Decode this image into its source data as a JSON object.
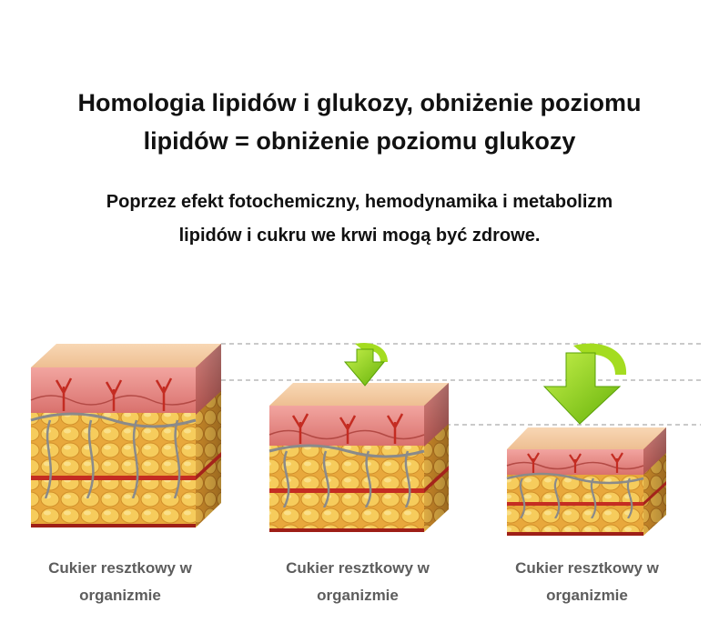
{
  "headline": {
    "line1": "Homologia lipidów i glukozy, obniżenie poziomu",
    "line2": "lipidów = obniżenie poziomu glukozy"
  },
  "subheadline": {
    "line1": "Poprzez efekt fotochemiczny, hemodynamika i metabolizm",
    "line2": "lipidów i cukru we krwi mogą być zdrowe."
  },
  "blocks": [
    {
      "caption_line1": "Cukier resztkowy w",
      "caption_line2": "organizmie",
      "arrow": "none"
    },
    {
      "caption_line1": "Cukier resztkowy w",
      "caption_line2": "organizmie",
      "arrow": "small-down-arrow"
    },
    {
      "caption_line1": "Cukier resztkowy w",
      "caption_line2": "organizmie",
      "arrow": "large-down-arrow"
    }
  ],
  "colors": {
    "skin_top": "#f5c9a0",
    "skin_layer": "#e07f7c",
    "fat": "#f4c955",
    "vessel": "#c42c22",
    "arrow": "#8bd40f",
    "guide_line": "#aaaaaa",
    "caption_text": "#5d5d5d"
  }
}
